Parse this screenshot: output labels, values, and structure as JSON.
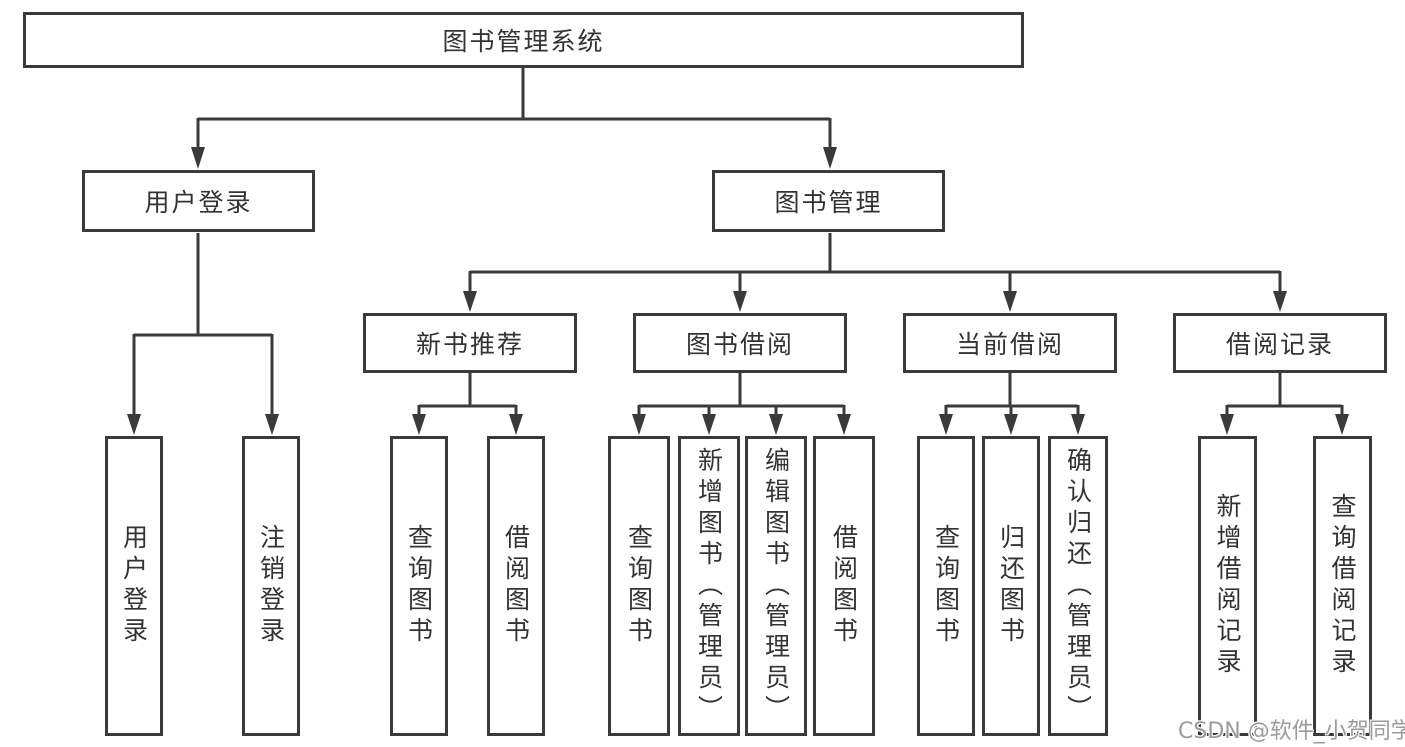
{
  "watermark": "CSDN @软件_小贺同学",
  "colors": {
    "line": "#3a3a3a",
    "text": "#333333",
    "watermark": "#9b9b9b",
    "background": "#ffffff"
  },
  "diagram": {
    "root": {
      "label": "图书管理系统"
    },
    "level1": [
      {
        "label": "用户登录",
        "children": [
          {
            "label": "用户登录"
          },
          {
            "label": "注销登录"
          }
        ]
      },
      {
        "label": "图书管理",
        "children": [
          {
            "label": "新书推荐",
            "children": [
              {
                "label": "查询图书"
              },
              {
                "label": "借阅图书"
              }
            ]
          },
          {
            "label": "图书借阅",
            "children": [
              {
                "label": "查询图书"
              },
              {
                "label": "新增图书（管理员）"
              },
              {
                "label": "编辑图书（管理员）"
              },
              {
                "label": "借阅图书"
              }
            ]
          },
          {
            "label": "当前借阅",
            "children": [
              {
                "label": "查询图书"
              },
              {
                "label": "归还图书"
              },
              {
                "label": "确认归还（管理员）"
              }
            ]
          },
          {
            "label": "借阅记录",
            "children": [
              {
                "label": "新增借阅记录"
              },
              {
                "label": "查询借阅记录"
              }
            ]
          }
        ]
      }
    ]
  }
}
